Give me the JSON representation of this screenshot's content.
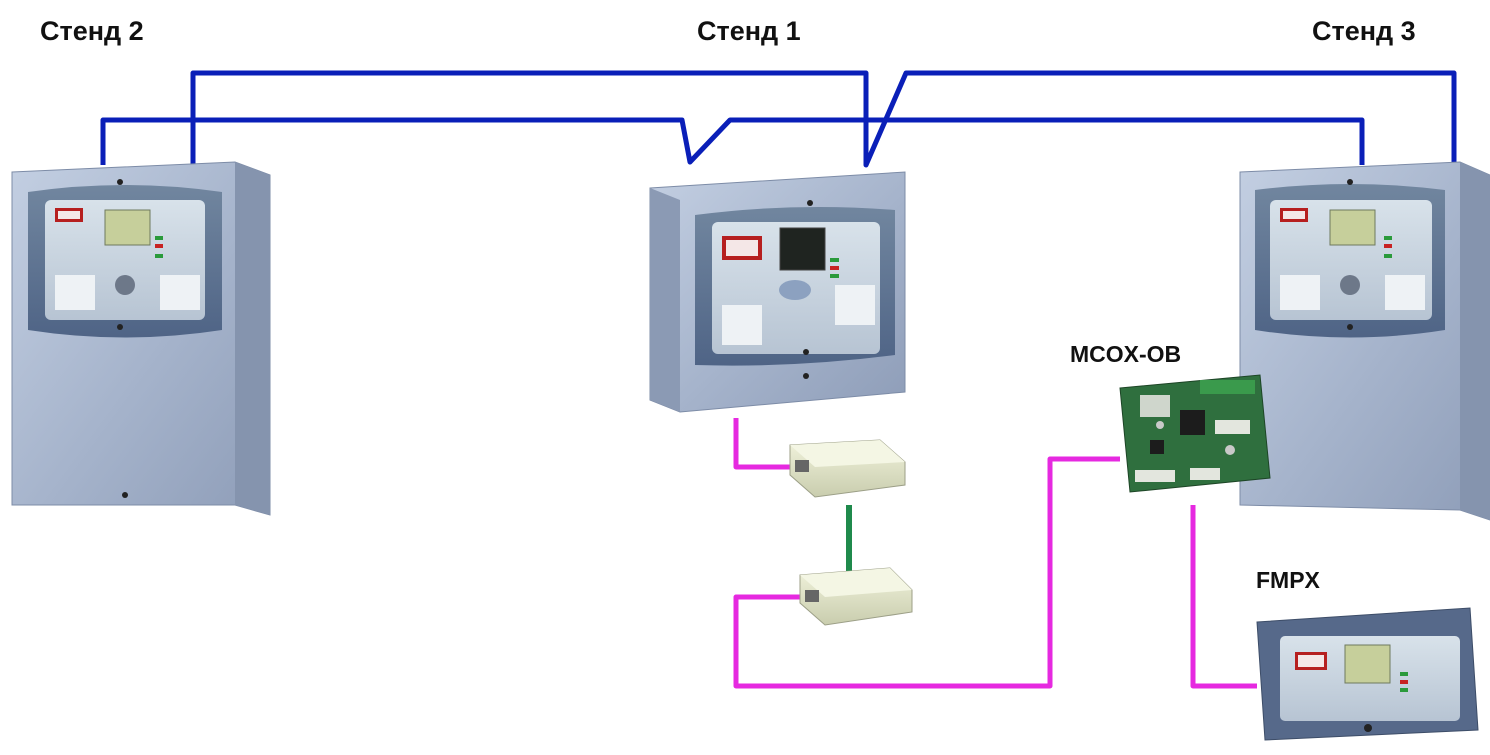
{
  "labels": {
    "stand2": "Стенд 2",
    "stand1": "Стенд 1",
    "stand3": "Стенд 3",
    "module": "MCOX-OB",
    "panel": "FMPX"
  },
  "colors": {
    "network_wire": "#0a1fb8",
    "link_wire": "#e629e0",
    "wireless_link": "#1f8a4c",
    "panel_body": "#a9b6cd",
    "panel_face": "#5f7596",
    "pcb": "#2c6b3c",
    "converter": "#e8ead0"
  }
}
